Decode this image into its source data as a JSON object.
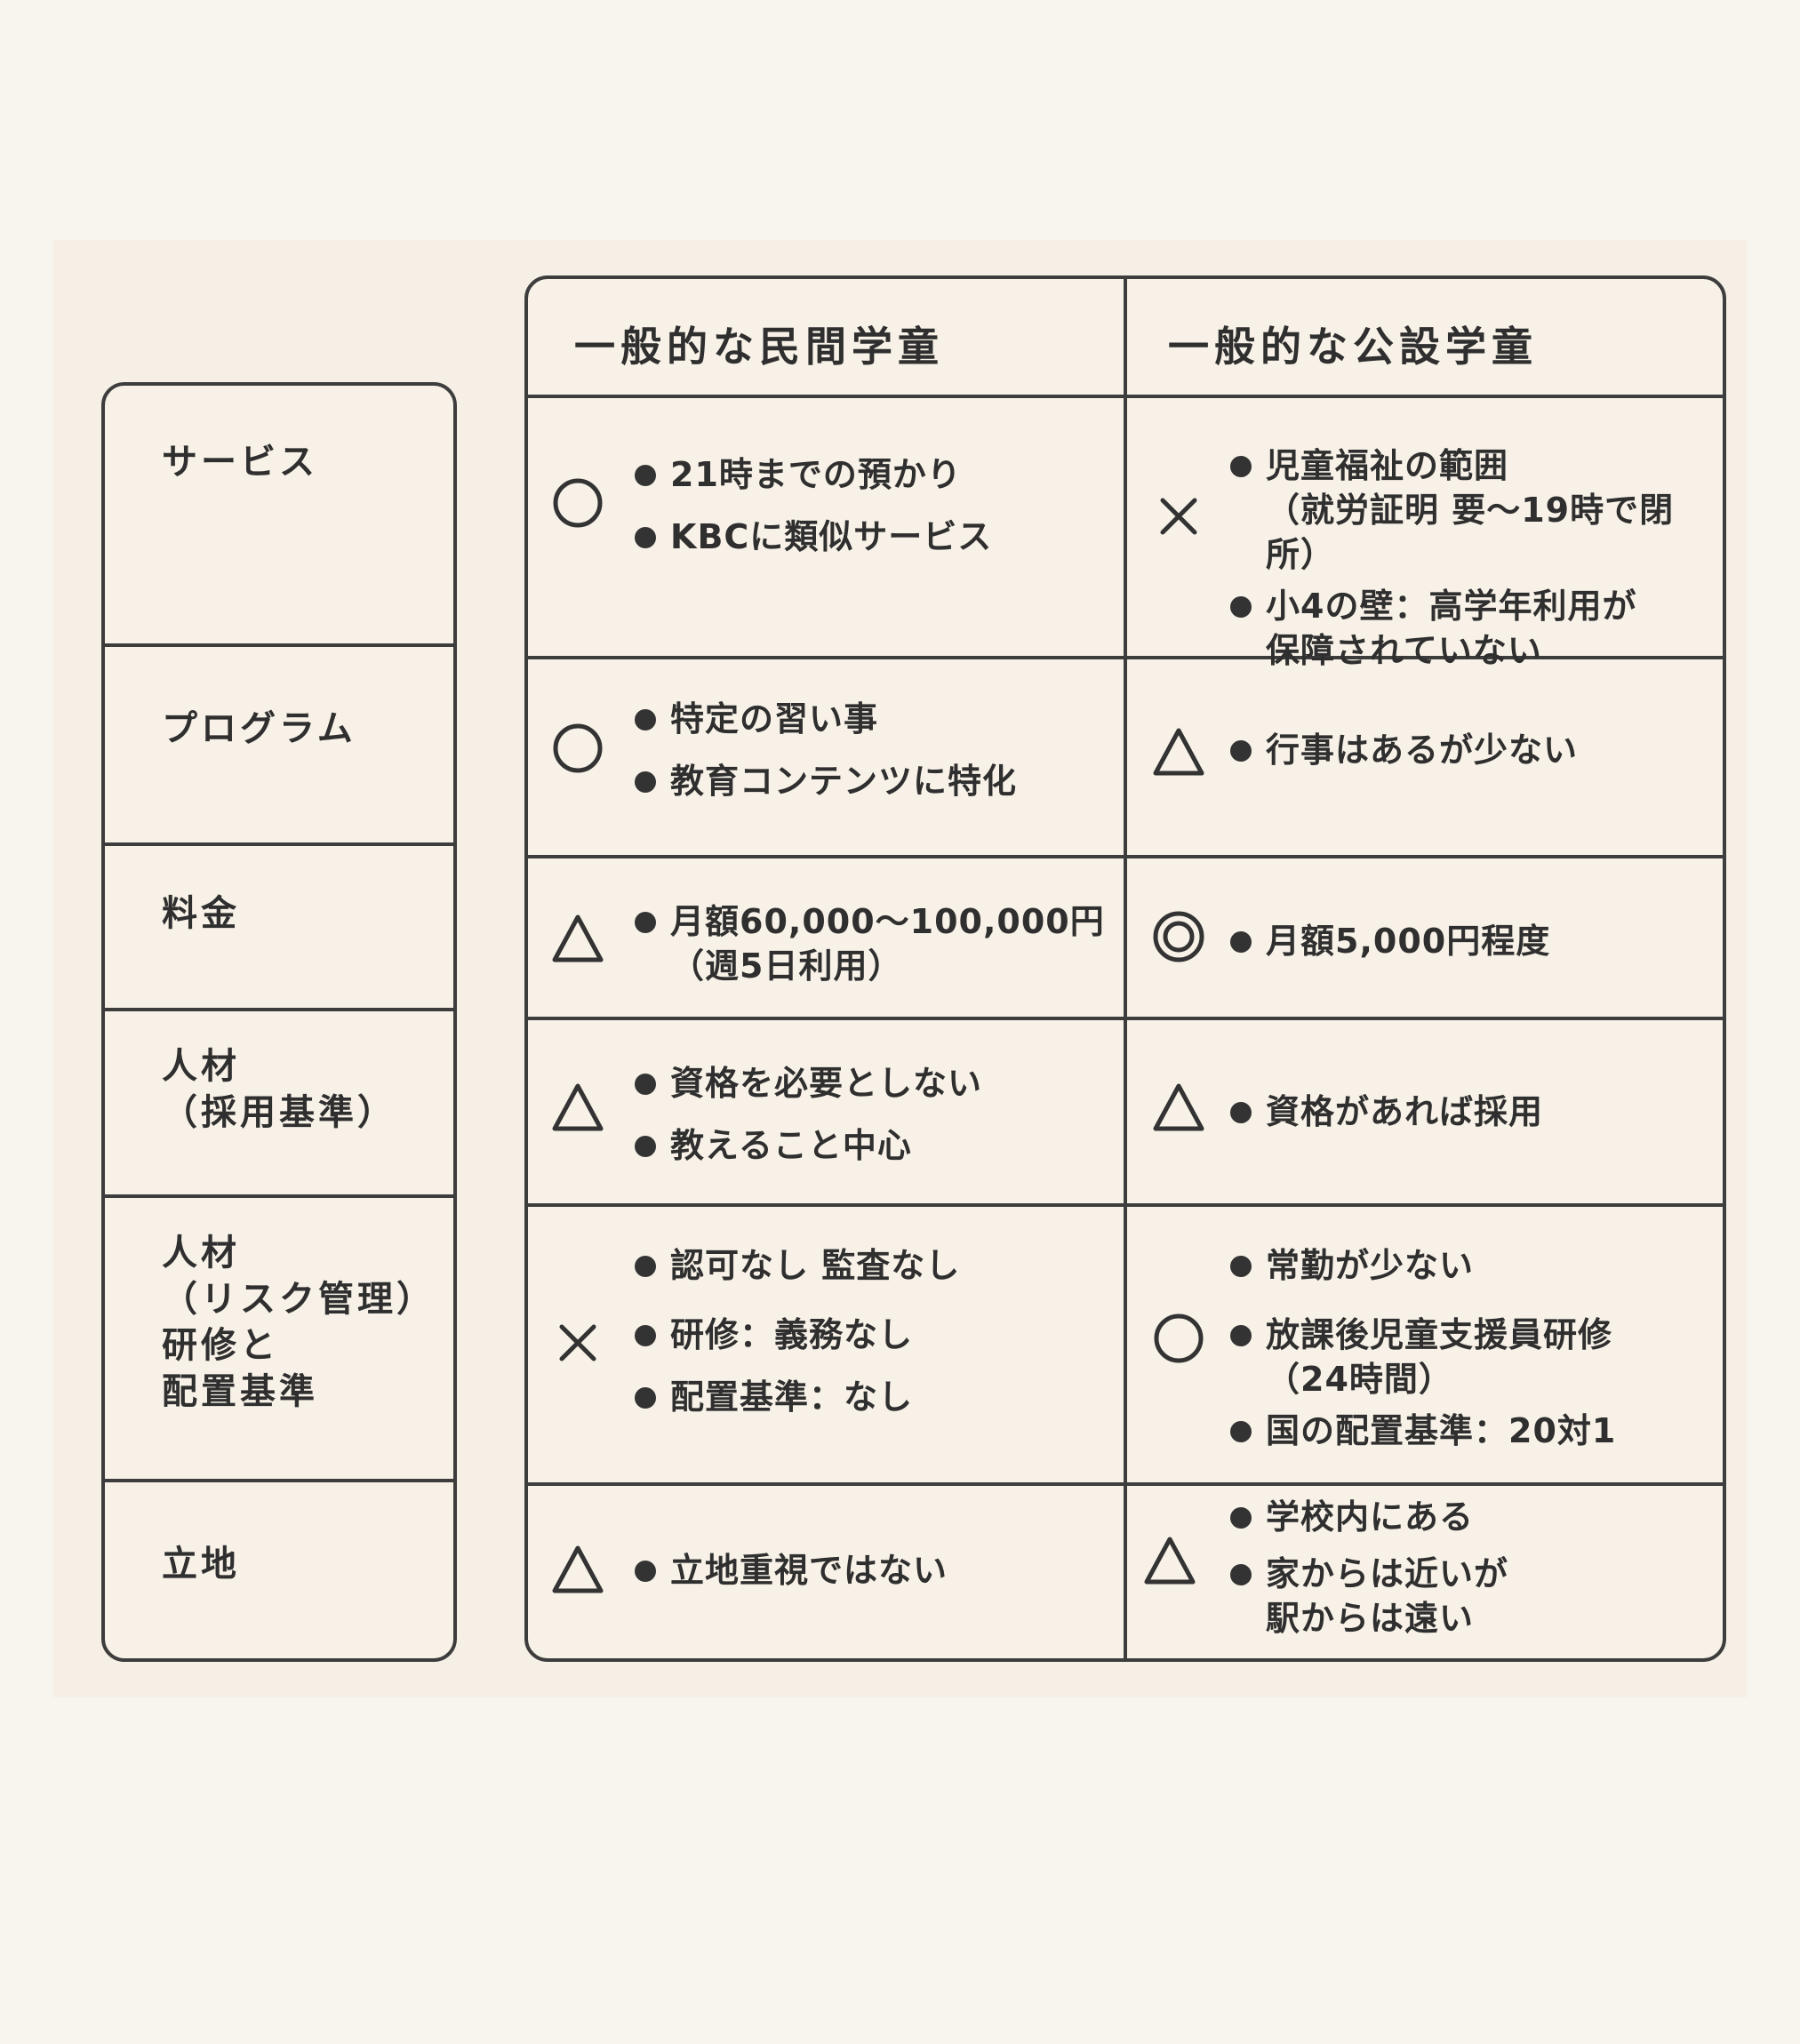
{
  "columns": [
    "一般的な民間学童",
    "一般的な公設学童"
  ],
  "rows": [
    {
      "label": "サービス",
      "private": {
        "mark": "circle",
        "items": [
          "21時までの預かり",
          "KBCに類似サービス"
        ]
      },
      "public": {
        "mark": "cross",
        "items": [
          "児童福祉の範囲\n（就労証明 要～19時で閉所）",
          "小4の壁：高学年利用が\n保障されていない"
        ]
      }
    },
    {
      "label": "プログラム",
      "private": {
        "mark": "circle",
        "items": [
          "特定の習い事",
          "教育コンテンツに特化"
        ]
      },
      "public": {
        "mark": "triangle",
        "items": [
          "行事はあるが少ない"
        ]
      }
    },
    {
      "label": "料金",
      "private": {
        "mark": "triangle",
        "items": [
          "月額60,000～100,000円\n（週5日利用）"
        ]
      },
      "public": {
        "mark": "double-circle",
        "items": [
          "月額5,000円程度"
        ]
      }
    },
    {
      "label": "人材\n（採用基準）",
      "private": {
        "mark": "triangle",
        "items": [
          "資格を必要としない",
          "教えること中心"
        ]
      },
      "public": {
        "mark": "triangle",
        "items": [
          "資格があれば採用"
        ]
      }
    },
    {
      "label": "人材\n（リスク管理）\n研修と\n配置基準",
      "private": {
        "mark": "cross",
        "items": [
          "認可なし 監査なし",
          "研修：義務なし",
          "配置基準：なし"
        ]
      },
      "public": {
        "mark": "circle",
        "items": [
          "常勤が少ない",
          "放課後児童支援員研修\n（24時間）",
          "国の配置基準：20対1"
        ]
      }
    },
    {
      "label": "立地",
      "private": {
        "mark": "triangle",
        "items": [
          "立地重視ではない"
        ]
      },
      "public": {
        "mark": "triangle",
        "items": [
          "学校内にある",
          "家からは近いが\n駅からは遠い"
        ]
      }
    }
  ]
}
